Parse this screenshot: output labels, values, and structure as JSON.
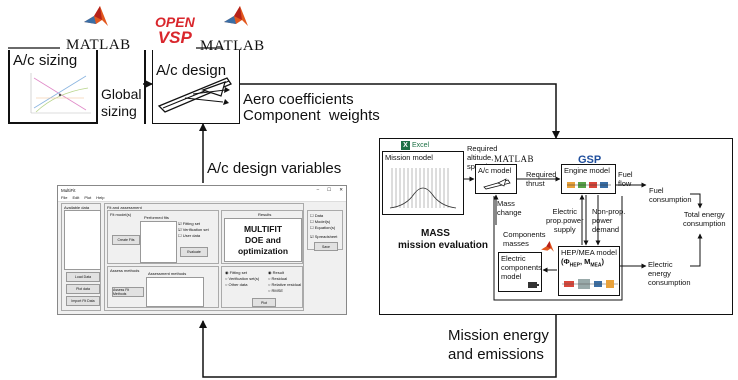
{
  "logos": {
    "matlab": "MATLAB",
    "openvsp_top": "OPEN",
    "openvsp_bottom": "VSP",
    "excel": "Excel",
    "gsp": "GSP"
  },
  "top": {
    "ac_sizing": "A/c sizing",
    "global_sizing": "Global\nsizing",
    "ac_design": "A/c design",
    "aero_coefficients": "Aero coefficients",
    "component_weights": "Component  weights",
    "ac_design_variables": "A/c design variables"
  },
  "multifit_window": {
    "title": "MultiFit",
    "menu": [
      "File",
      "Edit",
      "Plot",
      "Help"
    ],
    "available_data_label": "Available data",
    "fit_assessment_label": "Fit and assessment",
    "fit_models_label": "Fit model(s)",
    "performed_fits_label": "Performed fits",
    "create_fits_button": "Create Fits",
    "checkboxes": [
      "Fitting set",
      "Verification set",
      "User data"
    ],
    "evaluate_button": "Evaluate",
    "results_label": "Results",
    "results_line1": "MULTIFIT",
    "results_line2": "DOE and optimization",
    "right_checks": [
      "Data",
      "Model(s)",
      "Equation(s)"
    ],
    "spreadsheet_label": "Spreadsheet",
    "save_button": "Save",
    "load_data_button": "Load Data",
    "plot_data_button": "Plot data",
    "import_fit_button": "Import Fit Data",
    "assess_methods_label": "Assess methods",
    "assessment_methods_label": "Assessment methods",
    "assess_fit_button": "Assess Fit Methods",
    "radios_left": [
      "Fitting set",
      "Verification set(s)",
      "Other data"
    ],
    "radios_right": [
      "Result",
      "Residual",
      "Relative residual",
      "RMSE"
    ],
    "plot_button": "Plot",
    "window_controls": [
      "–",
      "☐",
      "✕"
    ]
  },
  "mass": {
    "mission_model": "Mission model",
    "required_altitude_speed": "Required\naltitude,\nspeed",
    "ac_model": "A/c model",
    "required_thrust": "Required\nthrust",
    "engine_model": "Engine model",
    "fuel_flow": "Fuel\nflow",
    "fuel_consumption": "Fuel\nconsumption",
    "total_energy_consumption": "Total energy\nconsumption",
    "mass_change": "Mass\nchange",
    "electric_prop_power_supply": "Electric\nprop.power\nsupply",
    "non_prop_power_demand": "Non-prop.\npower\ndemand",
    "components_masses": "Components\nmasses",
    "mass_title": "MASS",
    "mission_evaluation": "mission evaluation",
    "hep_mea_model": "HEP/MEA model",
    "phi_line": "(Φ",
    "phi_sub1": "HEP",
    "phi_mid": ", M",
    "phi_sub2": "MEA",
    "phi_end": ")",
    "electric_components_model": "Electric\ncomponents\nmodel",
    "electric_energy_consumption": "Electric\nenergy\nconsumption"
  },
  "bottom": {
    "mission_energy": "Mission energy\nand emissions"
  },
  "colors": {
    "matlab_orange": "#e2571e",
    "matlab_red": "#b5211a",
    "openvsp_red": "#d9262c",
    "excel_green": "#1e7145",
    "gsp_blue": "#1f4e9c"
  }
}
